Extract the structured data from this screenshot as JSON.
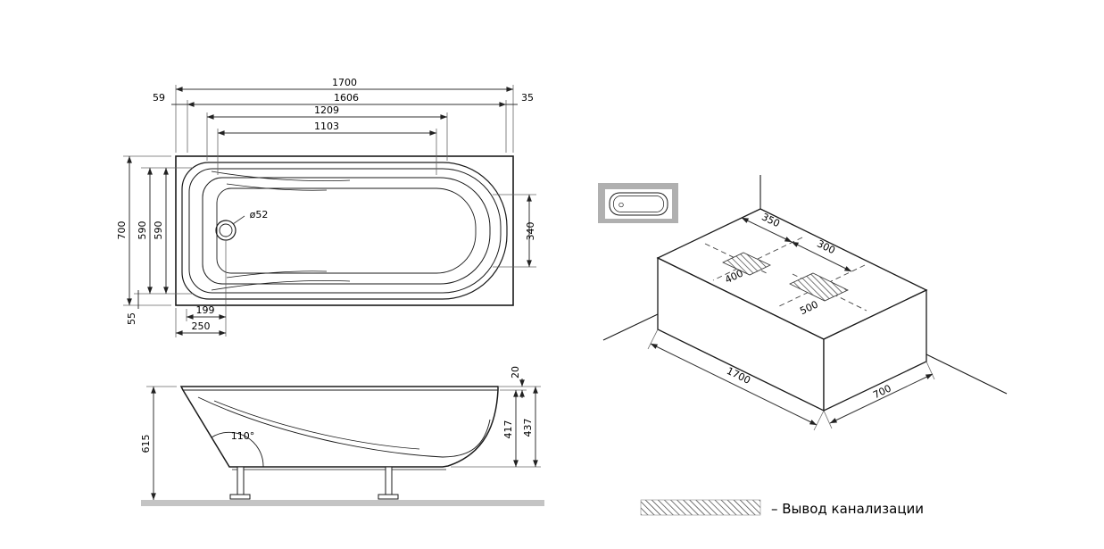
{
  "top_view": {
    "d1700": "1700",
    "d59": "59",
    "d1606": "1606",
    "d35": "35",
    "d1209": "1209",
    "d1103": "1103",
    "d700": "700",
    "d590a": "590",
    "d590b": "590",
    "d340": "340",
    "d55": "55",
    "d199": "199",
    "d250": "250",
    "drain": "ø52"
  },
  "side_view": {
    "d615": "615",
    "d20": "20",
    "d417": "417",
    "d437": "437",
    "angle": "110°"
  },
  "iso_view": {
    "d350": "350",
    "d300": "300",
    "d400": "400",
    "d500": "500",
    "d1700": "1700",
    "d700": "700"
  },
  "legend": {
    "label": "–  Вывод канализации"
  }
}
